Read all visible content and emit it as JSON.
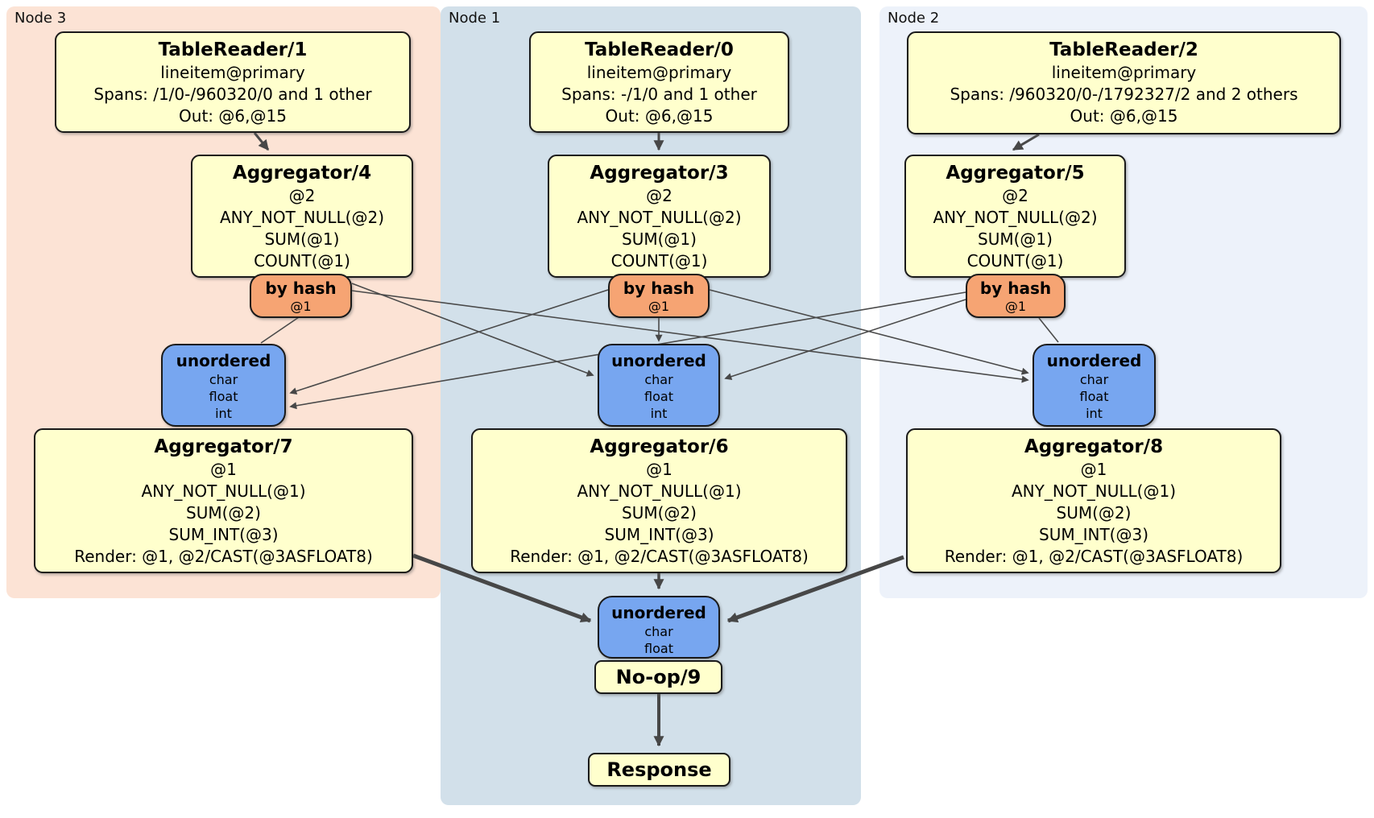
{
  "panels": {
    "node3": {
      "label": "Node 3"
    },
    "node1": {
      "label": "Node 1"
    },
    "node2": {
      "label": "Node 2"
    }
  },
  "colors": {
    "node3_bg": "#fce3d5",
    "node1_bg": "#d2e0ea",
    "node2_bg": "#edf2fa",
    "processor_fill": "#ffffcd",
    "router_fill": "#f6a473",
    "sync_fill": "#77a6f0",
    "box_border": "#1a1a1a",
    "edge_color": "#4a4a4a"
  },
  "processors": {
    "tablereader1": {
      "title": "TableReader/1",
      "lines": [
        "lineitem@primary",
        "Spans: /1/0-/960320/0 and 1 other",
        "Out: @6,@15"
      ]
    },
    "tablereader0": {
      "title": "TableReader/0",
      "lines": [
        "lineitem@primary",
        "Spans: -/1/0 and 1 other",
        "Out: @6,@15"
      ]
    },
    "tablereader2": {
      "title": "TableReader/2",
      "lines": [
        "lineitem@primary",
        "Spans: /960320/0-/1792327/2 and 2 others",
        "Out: @6,@15"
      ]
    },
    "aggregator4": {
      "title": "Aggregator/4",
      "lines": [
        "@2",
        "ANY_NOT_NULL(@2)",
        "SUM(@1)",
        "COUNT(@1)"
      ]
    },
    "aggregator3": {
      "title": "Aggregator/3",
      "lines": [
        "@2",
        "ANY_NOT_NULL(@2)",
        "SUM(@1)",
        "COUNT(@1)"
      ]
    },
    "aggregator5": {
      "title": "Aggregator/5",
      "lines": [
        "@2",
        "ANY_NOT_NULL(@2)",
        "SUM(@1)",
        "COUNT(@1)"
      ]
    },
    "aggregator7": {
      "title": "Aggregator/7",
      "lines": [
        "@1",
        "ANY_NOT_NULL(@1)",
        "SUM(@2)",
        "SUM_INT(@3)",
        "Render: @1, @2/CAST(@3ASFLOAT8)"
      ]
    },
    "aggregator6": {
      "title": "Aggregator/6",
      "lines": [
        "@1",
        "ANY_NOT_NULL(@1)",
        "SUM(@2)",
        "SUM_INT(@3)",
        "Render: @1, @2/CAST(@3ASFLOAT8)"
      ]
    },
    "aggregator8": {
      "title": "Aggregator/8",
      "lines": [
        "@1",
        "ANY_NOT_NULL(@1)",
        "SUM(@2)",
        "SUM_INT(@3)",
        "Render: @1, @2/CAST(@3ASFLOAT8)"
      ]
    },
    "noop9": {
      "title": "No-op/9"
    },
    "response": {
      "title": "Response"
    }
  },
  "routers": {
    "hash_node3": {
      "title": "by hash",
      "detail": "@1"
    },
    "hash_node1": {
      "title": "by hash",
      "detail": "@1"
    },
    "hash_node2": {
      "title": "by hash",
      "detail": "@1"
    }
  },
  "syncs": {
    "unordered_node3": {
      "title": "unordered",
      "lines": [
        "char",
        "float",
        "int"
      ]
    },
    "unordered_node1": {
      "title": "unordered",
      "lines": [
        "char",
        "float",
        "int"
      ]
    },
    "unordered_node2": {
      "title": "unordered",
      "lines": [
        "char",
        "float",
        "int"
      ]
    },
    "unordered_final": {
      "title": "unordered",
      "lines": [
        "char",
        "float"
      ]
    }
  }
}
